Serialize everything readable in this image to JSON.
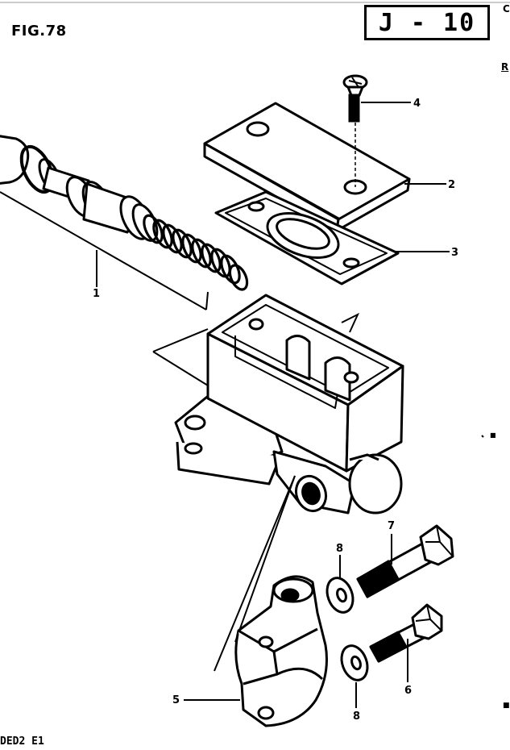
{
  "header": {
    "figure_label": "FIG.78",
    "page_badge": "J - 10"
  },
  "footer": {
    "code": "DED2 E1"
  },
  "edge_marks": {
    "top_right": "C",
    "right": "R"
  },
  "parts": [
    {
      "number": "1",
      "icon": "piston-spring-assembly"
    },
    {
      "number": "2",
      "icon": "reservoir-cap"
    },
    {
      "number": "3",
      "icon": "diaphragm-gasket"
    },
    {
      "number": "4",
      "icon": "screw"
    },
    {
      "number": "5",
      "icon": "clamp-holder"
    },
    {
      "number": "6",
      "icon": "bolt"
    },
    {
      "number": "7",
      "icon": "bolt"
    },
    {
      "number": "8",
      "icon": "washer"
    },
    {
      "number": "8",
      "icon": "washer"
    }
  ]
}
